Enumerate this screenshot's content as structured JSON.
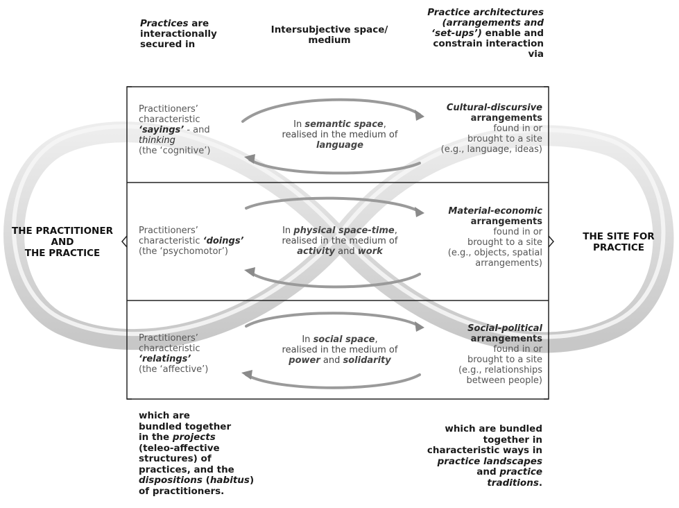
{
  "top": {
    "left_1": "Practices",
    "left_2": " are",
    "left_3": "interactionally",
    "left_4": "secured in",
    "center_1": "Intersubjective space/",
    "center_2": "medium",
    "right_1": "Practice architectures",
    "right_2": "(arrangements and",
    "right_3a": "‘set-ups’)",
    "right_3b": " enable and",
    "right_4": "constrain interaction",
    "right_5": "via"
  },
  "side": {
    "left_1": "THE PRACTITIONER",
    "left_2": "AND",
    "left_3": "THE PRACTICE",
    "right_1": "THE SITE FOR",
    "right_2": "PRACTICE"
  },
  "rows": [
    {
      "left": [
        "Practitioners’",
        "characteristic",
        "‘sayings’",
        " - and",
        "thinking",
        "(the ‘cognitive’)"
      ],
      "mid": [
        "In ",
        "semantic space",
        ",",
        "realised in the medium of",
        "language"
      ],
      "right": [
        "Cultural-discursive",
        "arrangements",
        "found in or",
        "brought to a site",
        "(e.g., language, ideas)"
      ]
    },
    {
      "left": [
        "Practitioners’",
        "characteristic ",
        "‘doings’",
        "(the ‘psychomotor’)"
      ],
      "mid": [
        "In ",
        "physical space-time",
        ",",
        "realised in the medium of",
        "activity",
        " and ",
        "work"
      ],
      "right": [
        "Material-economic",
        "arrangements",
        "found in or",
        "brought to a site",
        "(e.g., objects, spatial",
        "arrangements)"
      ]
    },
    {
      "left": [
        "Practitioners’",
        "characteristic",
        "‘relatings’",
        "(the ‘affective’)"
      ],
      "mid": [
        "In ",
        "social space",
        ",",
        "realised in the medium of",
        "power",
        " and ",
        "solidarity"
      ],
      "right": [
        "Social-political",
        "arrangements",
        "found in or",
        "brought to a site",
        "(e.g., relationships",
        "between people)"
      ]
    }
  ],
  "bottom": {
    "left_1": "which are",
    "left_2": "bundled together",
    "left_3a": "in the ",
    "left_3b": "projects",
    "left_4": "(teleo-affective",
    "left_5": "structures) of",
    "left_6": "practices, and the",
    "left_7a": "dispositions",
    "left_7b": " (",
    "left_7c": "habitus",
    "left_7d": ")",
    "left_8": "of practitioners.",
    "right_1": "which are bundled",
    "right_2": "together in",
    "right_3": "characteristic ways in",
    "right_4": "practice landscapes",
    "right_5a": "and ",
    "right_5b": "practice",
    "right_6": "traditions",
    "right_6b": "."
  }
}
